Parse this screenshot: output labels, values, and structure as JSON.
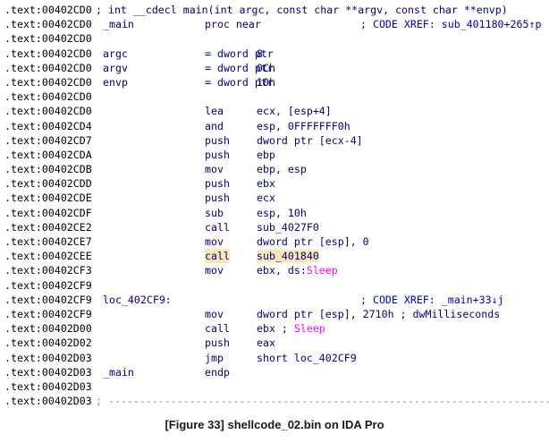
{
  "window": {
    "caption": "[Figure 33] shellcode_02.bin on IDA Pro"
  },
  "listing": {
    "lines": [
      {
        "addr": ".text:00402CD0",
        "header": "; int __cdecl main(int argc, const char **argv, const char **envp)"
      },
      {
        "addr": ".text:00402CD0",
        "label": "_main",
        "mnem": "proc near",
        "ops": "",
        "comment": "; CODE XREF: sub_401180+265↑p"
      },
      {
        "addr": ".text:00402CD0"
      },
      {
        "addr": ".text:00402CD0",
        "label": "argc",
        "mnem": "= dword ptr",
        "ops": "8"
      },
      {
        "addr": ".text:00402CD0",
        "label": "argv",
        "mnem": "= dword ptr",
        "ops": "0Ch"
      },
      {
        "addr": ".text:00402CD0",
        "label": "envp",
        "mnem": "= dword ptr",
        "ops": "10h"
      },
      {
        "addr": ".text:00402CD0"
      },
      {
        "addr": ".text:00402CD0",
        "mnem": "lea",
        "ops": "ecx, [esp+4]"
      },
      {
        "addr": ".text:00402CD4",
        "mnem": "and",
        "ops": "esp, 0FFFFFFF0h"
      },
      {
        "addr": ".text:00402CD7",
        "mnem": "push",
        "ops": "dword ptr [ecx-4]"
      },
      {
        "addr": ".text:00402CDA",
        "mnem": "push",
        "ops": "ebp"
      },
      {
        "addr": ".text:00402CDB",
        "mnem": "mov",
        "ops": "ebp, esp"
      },
      {
        "addr": ".text:00402CDD",
        "mnem": "push",
        "ops": "ebx"
      },
      {
        "addr": ".text:00402CDE",
        "mnem": "push",
        "ops": "ecx"
      },
      {
        "addr": ".text:00402CDF",
        "mnem": "sub",
        "ops": "esp, 10h"
      },
      {
        "addr": ".text:00402CE2",
        "mnem": "call",
        "ops": "sub_4027F0"
      },
      {
        "addr": ".text:00402CE7",
        "mnem": "mov",
        "ops": "dword ptr [esp], 0"
      },
      {
        "addr": ".text:00402CEE",
        "mnem": "call",
        "ops": "sub_401840",
        "highlight": true
      },
      {
        "addr": ".text:00402CF3",
        "mnem": "mov",
        "ops": "ebx, ds:",
        "import": "Sleep"
      },
      {
        "addr": ".text:00402CF9"
      },
      {
        "addr": ".text:00402CF9",
        "label": "loc_402CF9:",
        "comment": "; CODE XREF: _main+33↓j"
      },
      {
        "addr": ".text:00402CF9",
        "mnem": "mov",
        "ops": "dword ptr [esp], 2710h ; dwMilliseconds"
      },
      {
        "addr": ".text:00402D00",
        "mnem": "call",
        "ops": "ebx ; ",
        "import": "Sleep"
      },
      {
        "addr": ".text:00402D02",
        "mnem": "push",
        "ops": "eax"
      },
      {
        "addr": ".text:00402D03",
        "mnem": "jmp",
        "ops": "short loc_402CF9"
      },
      {
        "addr": ".text:00402D03",
        "label": "_main",
        "mnem": "endp"
      },
      {
        "addr": ".text:00402D03"
      },
      {
        "addr": ".text:00402D03",
        "separator": "; ---------------------------------------------------------------------------"
      }
    ]
  },
  "colors": {
    "address": "#000000",
    "code": "#000080",
    "import": "#ff00ff",
    "highlight": "#fbe7b6"
  }
}
